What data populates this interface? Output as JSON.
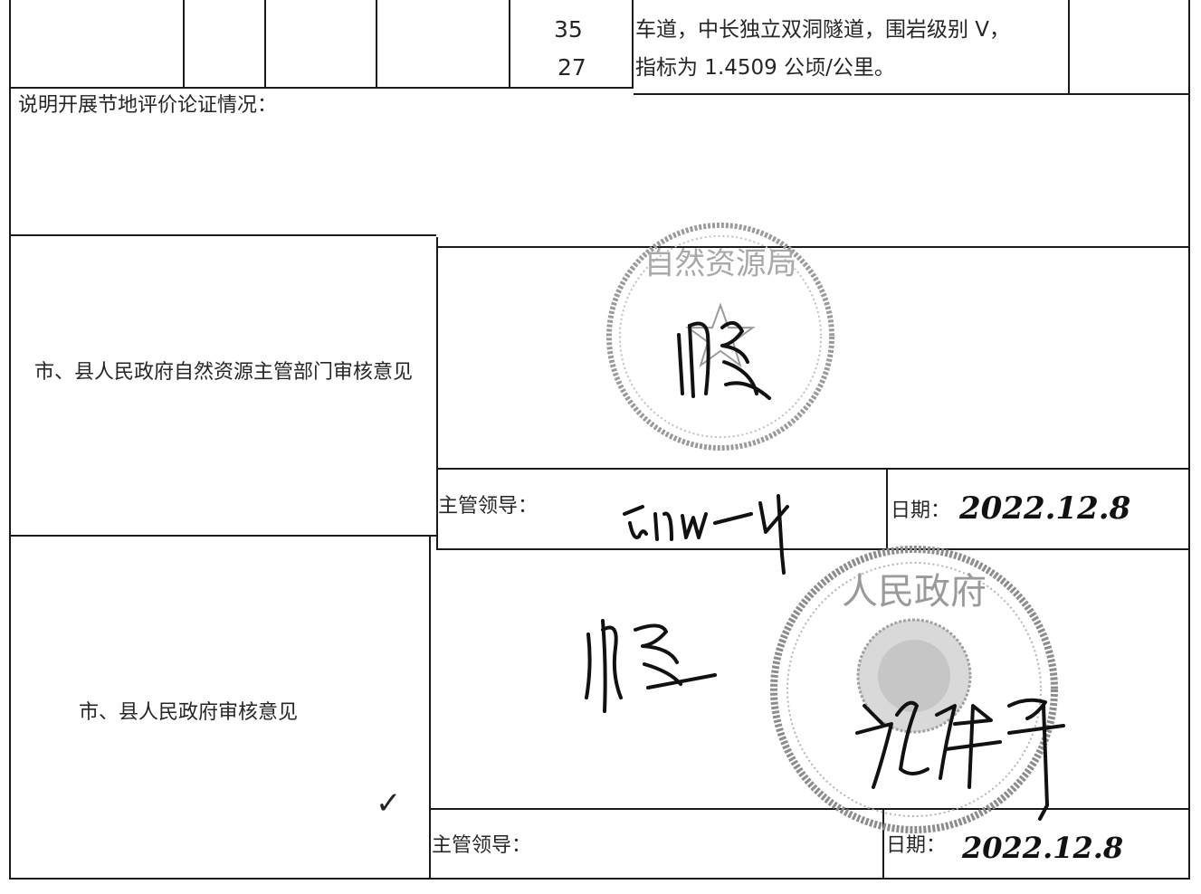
{
  "top_row": {
    "numbers": [
      "35",
      "27"
    ],
    "description_line1": "车道，中长独立双洞隧道，围岩级别 V，",
    "description_line2": "指标为 1.4509 公顷/公里。"
  },
  "land_saving": {
    "label": "说明开展节地评价论证情况："
  },
  "resource_dept_review": {
    "label": "市、县人民政府自然资源主管部门审核意见",
    "leader_label": "主管领导：",
    "date_label": "日期：",
    "date_handwritten": "2022.12.8",
    "stamp_text": "自然资源局"
  },
  "government_review": {
    "label": "市、县人民政府审核意见",
    "check_mark": "✓",
    "leader_label": "主管领导：",
    "date_label": "日期：",
    "date_handwritten": "2022.12.8",
    "stamp_text": "人民政府"
  }
}
